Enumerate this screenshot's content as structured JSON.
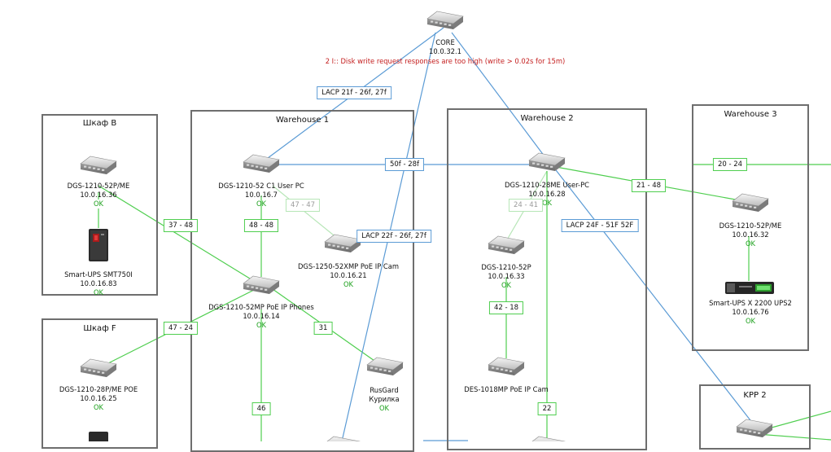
{
  "colors": {
    "green_link": "#4fce4f",
    "blue_link": "#5b9bd5",
    "ok": "#1ea11e",
    "alert": "#c41e1e",
    "group_border": "#6e6e6e"
  },
  "groups": {
    "shkaf_b": "Шкаф B",
    "shkaf_f": "Шкаф F",
    "warehouse_1": "Warehouse 1",
    "warehouse_2": "Warehouse 2",
    "warehouse_3": "Warehouse 3",
    "kpp_2": "KPP 2"
  },
  "core": {
    "name": "CORE",
    "ip": "10.0.32.1",
    "alert": "2 I:: Disk write request responses are too high (write > 0.02s for 15m)"
  },
  "devices": {
    "b_switch": {
      "name": "DGS-1210-52P/ME",
      "ip": "10.0.16.36",
      "status": "OK",
      "icon": "switch-icon"
    },
    "b_ups": {
      "name": "Smart-UPS SMT750I",
      "ip": "10.0.16.83",
      "status": "OK",
      "icon": "ups-tower-icon"
    },
    "f_switch": {
      "name": "DGS-1210-28P/ME POE",
      "ip": "10.0.16.25",
      "status": "OK",
      "icon": "switch-icon"
    },
    "w1_userpc": {
      "name": "DGS-1210-52 C1 User PC",
      "ip": "10.0.16.7",
      "status": "OK",
      "icon": "switch-icon"
    },
    "w1_ipcam": {
      "name": "DGS-1250-52XMP PoE IP Cam",
      "ip": "10.0.16.21",
      "status": "OK",
      "icon": "switch-icon"
    },
    "w1_phones": {
      "name": "DGS-1210-52MP PoE IP Phones",
      "ip": "10.0.16.14",
      "status": "OK",
      "icon": "switch-icon"
    },
    "rusgard": {
      "name": "RusGard",
      "name2": "Курилка",
      "status": "OK",
      "icon": "switch-icon"
    },
    "w2_userpc": {
      "name": "DGS-1210-28ME User-PC",
      "ip": "10.0.16.28",
      "status": "OK",
      "icon": "switch-icon"
    },
    "w2_52p": {
      "name": "DGS-1210-52P",
      "ip": "10.0.16.33",
      "status": "OK",
      "icon": "switch-icon"
    },
    "w2_des": {
      "name": "DES-1018MP PoE IP Cam",
      "icon": "switch-icon"
    },
    "w3_switch": {
      "name": "DGS-1210-52P/ME",
      "ip": "10.0.16.32",
      "status": "OK",
      "icon": "switch-icon"
    },
    "w3_ups": {
      "name": "Smart-UPS X 2200 UPS2",
      "ip": "10.0.16.76",
      "status": "OK",
      "icon": "ups-rack-icon"
    }
  },
  "links": {
    "core_w1": "LACP 21f - 26f, 27f",
    "core_w1_cam": "LACP 22f - 26f, 27f",
    "core_w2": "LACP 24F - 51F 52F",
    "w1_w2": "50f - 28f",
    "b_phones": "37 - 48",
    "f_phones": "47 - 24",
    "w1_userpc_phones": "48 - 48",
    "w1_userpc_cam": "47 - 47",
    "w1_phones_rusgard": "31",
    "w1_phones_down": "46",
    "w2_userpc_w3": "21 - 48",
    "w2_userpc_52p": "24 - 41",
    "w2_52p_des": "42 - 18",
    "w2_down": "22",
    "w3_right": "20 - 24"
  }
}
